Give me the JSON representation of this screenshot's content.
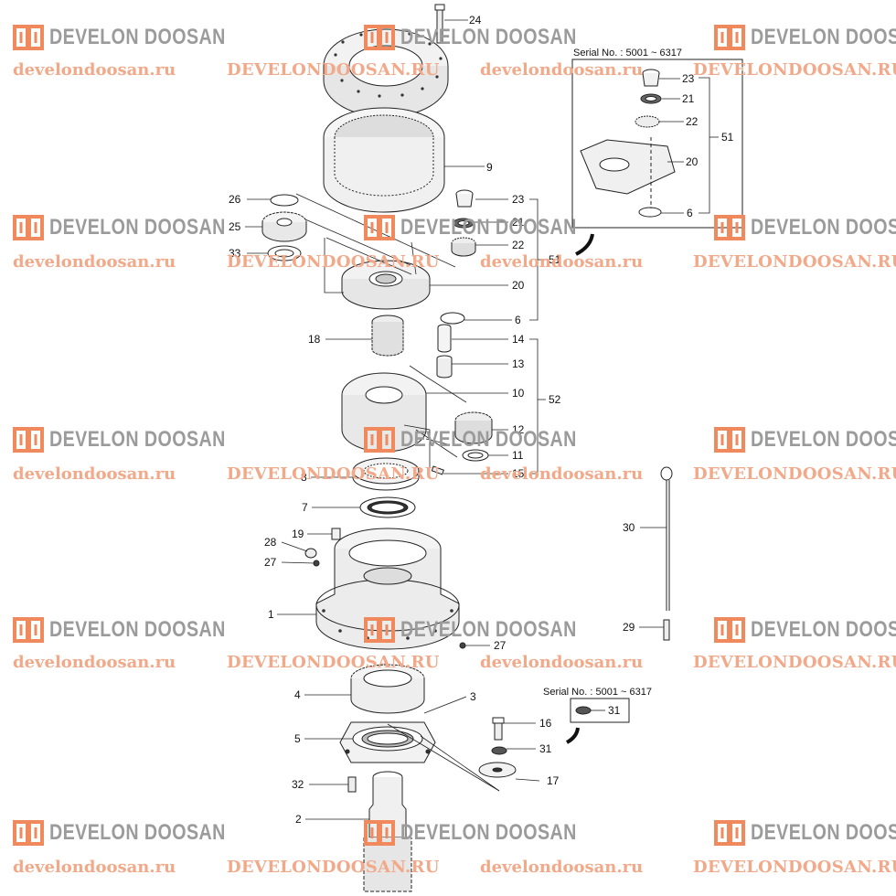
{
  "watermark": {
    "brand": "DEVELON DOOSAN",
    "url_lower": "develondoosan.ru",
    "url_upper": "DEVELONDOOSAN.RU",
    "logo_color": "#f08a5d",
    "text_color": "#9b9b9b"
  },
  "inset_top": {
    "serial": "Serial No. : 5001 ~ 6317"
  },
  "inset_bottom": {
    "serial": "Serial No. : 5001 ~ 6317"
  },
  "callouts": {
    "c24": "24",
    "c9": "9",
    "c26": "26",
    "c25": "25",
    "c33": "33",
    "c23": "23",
    "c21": "21",
    "c22": "22",
    "c51": "51",
    "c20": "20",
    "c6": "6",
    "c18": "18",
    "c14": "14",
    "c13": "13",
    "c10": "10",
    "c52": "52",
    "c12": "12",
    "c11": "11",
    "c8": "8",
    "c15": "15",
    "c7": "7",
    "c19": "19",
    "c28": "28",
    "c27a": "27",
    "c1": "1",
    "c27b": "27",
    "c4": "4",
    "c3": "3",
    "c5": "5",
    "c16": "16",
    "c31": "31",
    "c17": "17",
    "c32": "32",
    "c2": "2",
    "c30": "30",
    "c29": "29",
    "i23": "23",
    "i21": "21",
    "i22": "22",
    "i51": "51",
    "i20": "20",
    "i6": "6",
    "b31": "31"
  }
}
